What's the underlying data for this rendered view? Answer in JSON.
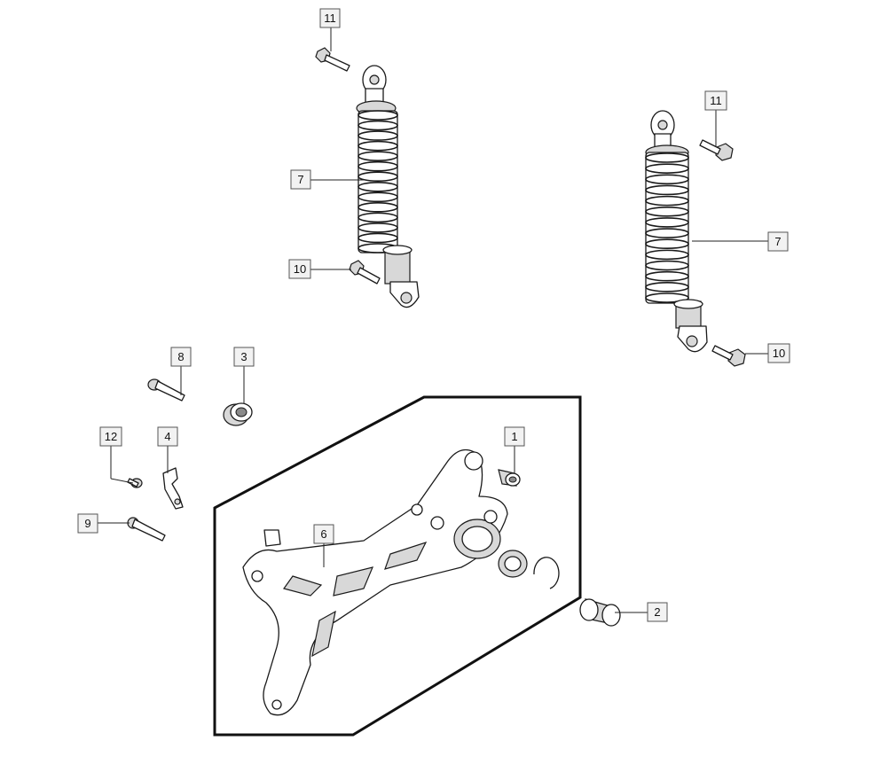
{
  "callouts": {
    "c1": "1",
    "c2": "2",
    "c3": "3",
    "c4": "4",
    "c6": "6",
    "c7a": "7",
    "c7b": "7",
    "c8": "8",
    "c9": "9",
    "c10a": "10",
    "c10b": "10",
    "c11a": "11",
    "c11b": "11",
    "c12": "12"
  }
}
